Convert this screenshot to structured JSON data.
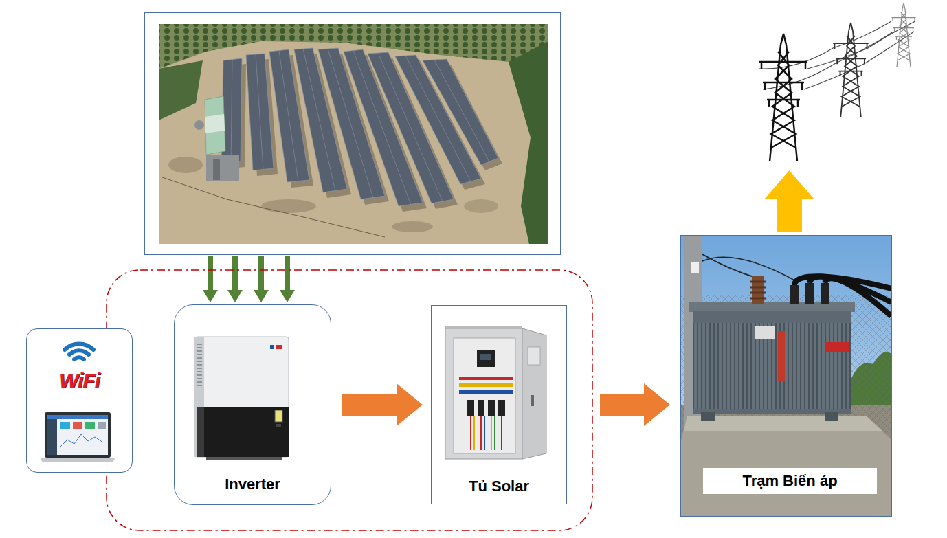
{
  "diagram": {
    "nodes": [
      {
        "text": [
          "WiFi"
        ]
      },
      {
        "text": [
          "Inverter"
        ]
      },
      {
        "text": [
          "Tủ Solar"
        ]
      },
      {
        "text": [
          "Trạm Biến áp"
        ]
      }
    ],
    "edges": [
      {
        "from": 1,
        "to": 2,
        "arrow": "to"
      },
      {
        "from": 2,
        "to": 3,
        "arrow": "to"
      }
    ]
  }
}
